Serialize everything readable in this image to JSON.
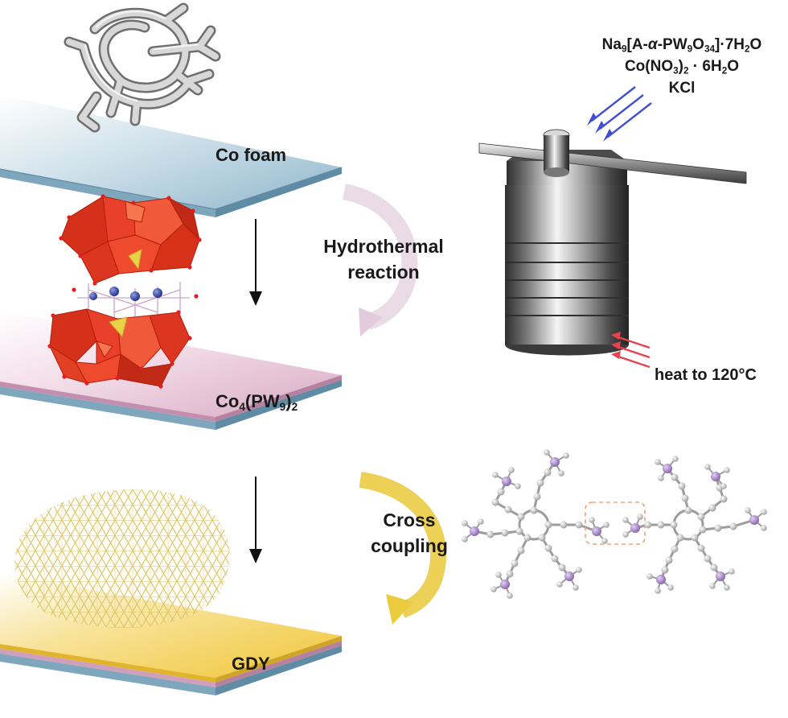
{
  "steps": {
    "step1_plate_label": "Co foam",
    "step2_plate_label": {
      "base": "Co",
      "sub1": "4",
      "mid": "(PW",
      "sub2": "9",
      "end": ")",
      "sub3": "2"
    },
    "step3_plate_label": "GDY"
  },
  "reactions": {
    "hydrothermal": {
      "line1": "Hydrothermal",
      "line2": "reaction"
    },
    "cross_coupling": {
      "line1": "Cross",
      "line2": "coupling"
    }
  },
  "reagents": {
    "line1": {
      "a": "Na",
      "a_sub": "9",
      "b": "[A-",
      "c": "α",
      "d": "-PW",
      "d_sub": "9",
      "e": "O",
      "e_sub": "34",
      "f": "]·7H",
      "f_sub": "2",
      "g": "O"
    },
    "line2": {
      "a": "Co(NO",
      "a_sub": "3",
      "b": ")",
      "b_sub": "2",
      "c": " · 6H",
      "c_sub": "2",
      "d": "O"
    },
    "line3": "KCl"
  },
  "heat_label": "heat to 120°C",
  "colors": {
    "plate_blue": "#9fc3d6",
    "plate_edge": "#6f99b0",
    "plate_pink": "#e4bcd2",
    "plate_gold": "#f2cf4a",
    "polyhedra_red": "#e5361d",
    "reagent_arrow_blue": "#3f4fd0",
    "heat_arrow_red": "#e8424f",
    "hydrothermal_arrow": "#dcc6d6",
    "coupling_arrow": "#e8c33a",
    "atom_purple": "#a07ac0",
    "atom_grey": "#b9b9b9"
  }
}
